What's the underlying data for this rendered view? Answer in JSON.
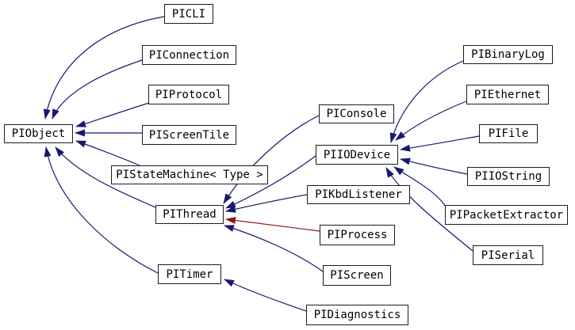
{
  "diagram": {
    "kind": "class-inheritance-graph",
    "colors": {
      "background": "#ffffff",
      "inherit_public_edge": "#191970",
      "inherit_private_edge": "#8b1a1a",
      "node_border": "#1c1c1c",
      "node_fill": "#ffffff",
      "node_text": "#000000"
    },
    "nodes": [
      {
        "id": "piobject",
        "label": "PIObject"
      },
      {
        "id": "picli",
        "label": "PICLI"
      },
      {
        "id": "piconnection",
        "label": "PIConnection"
      },
      {
        "id": "piprotocol",
        "label": "PIProtocol"
      },
      {
        "id": "piscreentile",
        "label": "PIScreenTile"
      },
      {
        "id": "pistatemachine",
        "label": "PIStateMachine< Type >"
      },
      {
        "id": "pithread",
        "label": "PIThread"
      },
      {
        "id": "pitimer",
        "label": "PITimer"
      },
      {
        "id": "piconsole",
        "label": "PIConsole"
      },
      {
        "id": "piiodevice",
        "label": "PIIODevice"
      },
      {
        "id": "pikbdlistener",
        "label": "PIKbdListener"
      },
      {
        "id": "piprocess",
        "label": "PIProcess"
      },
      {
        "id": "piscreen",
        "label": "PIScreen"
      },
      {
        "id": "pidiagnostics",
        "label": "PIDiagnostics"
      },
      {
        "id": "pibinarylog",
        "label": "PIBinaryLog"
      },
      {
        "id": "piethernet",
        "label": "PIEthernet"
      },
      {
        "id": "pifile",
        "label": "PIFile"
      },
      {
        "id": "piiostring",
        "label": "PIIOString"
      },
      {
        "id": "pipacketextractor",
        "label": "PIPacketExtractor"
      },
      {
        "id": "piserial",
        "label": "PISerial"
      }
    ],
    "edges": [
      {
        "from": "PICLI",
        "to": "PIObject",
        "style": "public"
      },
      {
        "from": "PIConnection",
        "to": "PIObject",
        "style": "public"
      },
      {
        "from": "PIProtocol",
        "to": "PIObject",
        "style": "public"
      },
      {
        "from": "PIScreenTile",
        "to": "PIObject",
        "style": "public"
      },
      {
        "from": "PIStateMachine< Type >",
        "to": "PIObject",
        "style": "public"
      },
      {
        "from": "PIThread",
        "to": "PIObject",
        "style": "public"
      },
      {
        "from": "PITimer",
        "to": "PIObject",
        "style": "public"
      },
      {
        "from": "PIConsole",
        "to": "PIThread",
        "style": "public"
      },
      {
        "from": "PIIODevice",
        "to": "PIThread",
        "style": "public"
      },
      {
        "from": "PIKbdListener",
        "to": "PIThread",
        "style": "public"
      },
      {
        "from": "PIProcess",
        "to": "PIThread",
        "style": "private"
      },
      {
        "from": "PIScreen",
        "to": "PIThread",
        "style": "public"
      },
      {
        "from": "PIBinaryLog",
        "to": "PIIODevice",
        "style": "public"
      },
      {
        "from": "PIEthernet",
        "to": "PIIODevice",
        "style": "public"
      },
      {
        "from": "PIFile",
        "to": "PIIODevice",
        "style": "public"
      },
      {
        "from": "PIIOString",
        "to": "PIIODevice",
        "style": "public"
      },
      {
        "from": "PIPacketExtractor",
        "to": "PIIODevice",
        "style": "public"
      },
      {
        "from": "PISerial",
        "to": "PIIODevice",
        "style": "public"
      },
      {
        "from": "PIDiagnostics",
        "to": "PITimer",
        "style": "public"
      }
    ]
  }
}
